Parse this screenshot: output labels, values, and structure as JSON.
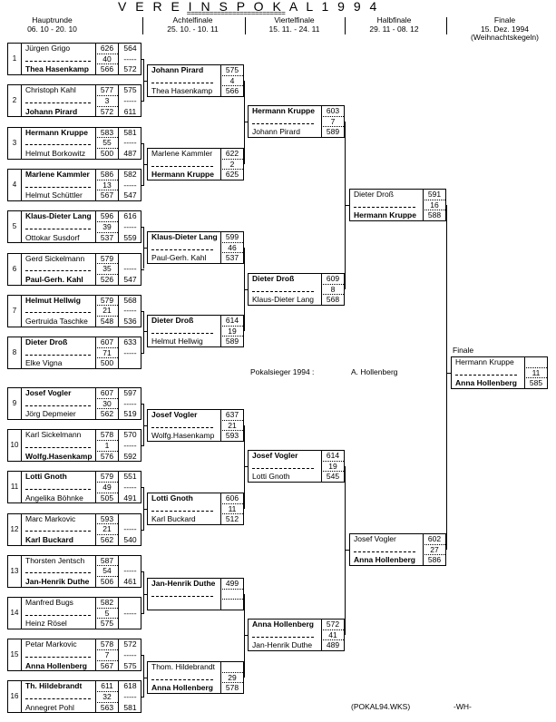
{
  "title": "V E R E I N S P O K A L   1 9 9 4",
  "title_underline": "==========================",
  "headers": [
    {
      "name": "Hauptrunde",
      "dates": "06. 10 - 20. 10"
    },
    {
      "name": "Achtelfinale",
      "dates": "25. 10. - 10. 11"
    },
    {
      "name": "Viertelfinale",
      "dates": "15. 11.  -  24. 11"
    },
    {
      "name": "Halbfinale",
      "dates": "29. 11  -  08. 12"
    },
    {
      "name": "Finale",
      "dates": "15. Dez. 1994",
      "note": "(Weihnachtskegeln)"
    }
  ],
  "round1": [
    {
      "num": "1",
      "top": {
        "name": "Jürgen Grigo",
        "s1": "626",
        "s2": "564"
      },
      "diff": "40",
      "diff2": "-----",
      "bottom": {
        "name": "Thea Hasenkamp",
        "s1": "566",
        "s2": "572"
      },
      "winner": "bottom"
    },
    {
      "num": "2",
      "top": {
        "name": "Christoph Kahl",
        "s1": "577",
        "s2": "575"
      },
      "diff": "3",
      "diff2": "-----",
      "bottom": {
        "name": "Johann Pirard",
        "s1": "572",
        "s2": "611"
      },
      "winner": "bottom"
    },
    {
      "num": "3",
      "top": {
        "name": "Hermann Kruppe",
        "s1": "583",
        "s2": "581"
      },
      "diff": "55",
      "diff2": "-----",
      "bottom": {
        "name": "Helmut Borkowitz",
        "s1": "500",
        "s2": "487"
      },
      "winner": "top"
    },
    {
      "num": "4",
      "top": {
        "name": "Marlene Kammler",
        "s1": "586",
        "s2": "582"
      },
      "diff": "13",
      "diff2": "-----",
      "bottom": {
        "name": "Helmut Schüttler",
        "s1": "567",
        "s2": "547"
      },
      "winner": "top"
    },
    {
      "num": "5",
      "top": {
        "name": "Klaus-Dieter Lang",
        "s1": "596",
        "s2": "616"
      },
      "diff": "39",
      "diff2": "-----",
      "bottom": {
        "name": "Ottokar Susdorf",
        "s1": "537",
        "s2": "559"
      },
      "winner": "top"
    },
    {
      "num": "6",
      "top": {
        "name": "Gerd  Sickelmann",
        "s1": "579",
        "s2": ""
      },
      "diff": "35",
      "diff2": "-----",
      "bottom": {
        "name": "Paul-Gerh. Kahl",
        "s1": "526",
        "s2": "547"
      },
      "winner": "bottom"
    },
    {
      "num": "7",
      "top": {
        "name": "Helmut  Hellwig",
        "s1": "579",
        "s2": "568"
      },
      "diff": "21",
      "diff2": "-----",
      "bottom": {
        "name": "Gertruida Taschke",
        "s1": "548",
        "s2": "536"
      },
      "winner": "top"
    },
    {
      "num": "8",
      "top": {
        "name": "Dieter Droß",
        "s1": "607",
        "s2": "633"
      },
      "diff": "71",
      "diff2": "-----",
      "bottom": {
        "name": "Elke Vigna",
        "s1": "500",
        "s2": ""
      },
      "winner": "top"
    },
    {
      "num": "9",
      "top": {
        "name": "Josef  Vogler",
        "s1": "607",
        "s2": "597"
      },
      "diff": "30",
      "diff2": "-----",
      "bottom": {
        "name": "Jörg Depmeier",
        "s1": "562",
        "s2": "519"
      },
      "winner": "top"
    },
    {
      "num": "10",
      "top": {
        "name": "Karl  Sickelmann",
        "s1": "578",
        "s2": "570"
      },
      "diff": "1",
      "diff2": "-----",
      "bottom": {
        "name": "Wolfg.Hasenkamp",
        "s1": "576",
        "s2": "592"
      },
      "winner": "bottom"
    },
    {
      "num": "11",
      "top": {
        "name": "Lotti  Gnoth",
        "s1": "579",
        "s2": "551"
      },
      "diff": "49",
      "diff2": "-----",
      "bottom": {
        "name": "Angelika Böhnke",
        "s1": "505",
        "s2": "491"
      },
      "winner": "top"
    },
    {
      "num": "12",
      "top": {
        "name": "Marc  Markovic",
        "s1": "593",
        "s2": ""
      },
      "diff": "21",
      "diff2": "-----",
      "bottom": {
        "name": "Karl  Buckard",
        "s1": "562",
        "s2": "540"
      },
      "winner": "bottom"
    },
    {
      "num": "13",
      "top": {
        "name": "Thorsten  Jentsch",
        "s1": "587",
        "s2": ""
      },
      "diff": "54",
      "diff2": "-----",
      "bottom": {
        "name": "Jan-Henrik Duthe",
        "s1": "506",
        "s2": "461"
      },
      "winner": "bottom"
    },
    {
      "num": "14",
      "top": {
        "name": "Manfred  Bugs",
        "s1": "582",
        "s2": ""
      },
      "diff": "5",
      "diff2": "-----",
      "bottom": {
        "name": "Heinz Rösel",
        "s1": "575",
        "s2": ""
      },
      "winner": "none"
    },
    {
      "num": "15",
      "top": {
        "name": "Petar  Markovic",
        "s1": "578",
        "s2": "572"
      },
      "diff": "7",
      "diff2": "-----",
      "bottom": {
        "name": "Anna Hollenberg",
        "s1": "567",
        "s2": "575"
      },
      "winner": "bottom"
    },
    {
      "num": "16",
      "top": {
        "name": "Th. Hildebrandt",
        "s1": "611",
        "s2": "618"
      },
      "diff": "32",
      "diff2": "-----",
      "bottom": {
        "name": "Annegret Pohl",
        "s1": "563",
        "s2": "581"
      },
      "winner": "top"
    }
  ],
  "round2": [
    {
      "top": {
        "name": "Johann Pirard",
        "s": "575"
      },
      "diff": "4",
      "bottom": {
        "name": "Thea Hasenkamp",
        "s": "566"
      },
      "winner": "top"
    },
    {
      "top": {
        "name": "Marlene Kammler",
        "s": "622"
      },
      "diff": "2",
      "bottom": {
        "name": "Hermann Kruppe",
        "s": "625"
      },
      "winner": "bottom"
    },
    {
      "top": {
        "name": "Klaus-Dieter Lang",
        "s": "599"
      },
      "diff": "46",
      "bottom": {
        "name": "Paul-Gerh. Kahl",
        "s": "537"
      },
      "winner": "top"
    },
    {
      "top": {
        "name": "Dieter Droß",
        "s": "614"
      },
      "diff": "19",
      "bottom": {
        "name": "Helmut Hellwig",
        "s": "589"
      },
      "winner": "top"
    },
    {
      "top": {
        "name": "Josef Vogler",
        "s": "637"
      },
      "diff": "21",
      "bottom": {
        "name": "Wolfg.Hasenkamp",
        "s": "593"
      },
      "winner": "top"
    },
    {
      "top": {
        "name": "Lotti Gnoth",
        "s": "606"
      },
      "diff": "11",
      "bottom": {
        "name": "Karl Buckard",
        "s": "512"
      },
      "winner": "top"
    },
    {
      "top": {
        "name": "Jan-Henrik Duthe",
        "s": "499"
      },
      "diff": "",
      "bottom": {
        "name": "",
        "s": ""
      },
      "winner": "top"
    },
    {
      "top": {
        "name": "Thom. Hildebrandt",
        "s": ""
      },
      "diff": "29",
      "bottom": {
        "name": "Anna Hollenberg",
        "s": "578"
      },
      "winner": "bottom"
    }
  ],
  "round3": [
    {
      "top": {
        "name": "Hermann Kruppe",
        "s": "603"
      },
      "diff": "7",
      "bottom": {
        "name": "Johann Pirard",
        "s": "589"
      },
      "winner": "top"
    },
    {
      "top": {
        "name": "Dieter Droß",
        "s": "609"
      },
      "diff": "8",
      "bottom": {
        "name": "Klaus-Dieter Lang",
        "s": "568"
      },
      "winner": "top"
    },
    {
      "top": {
        "name": "Josef Vogler",
        "s": "614"
      },
      "diff": "19",
      "bottom": {
        "name": "Lotti Gnoth",
        "s": "545"
      },
      "winner": "top"
    },
    {
      "top": {
        "name": "Anna Hollenberg",
        "s": "572"
      },
      "diff": "41",
      "bottom": {
        "name": "Jan-Henrik Duthe",
        "s": "489"
      },
      "winner": "top"
    }
  ],
  "round4": [
    {
      "top": {
        "name": "Dieter Droß",
        "s": "591"
      },
      "diff": "16",
      "bottom": {
        "name": "Hermann Kruppe",
        "s": "588"
      },
      "winner": "bottom"
    },
    {
      "top": {
        "name": "Josef Vogler",
        "s": "602"
      },
      "diff": "27",
      "bottom": {
        "name": "Anna Hollenberg",
        "s": "586"
      },
      "winner": "bottom"
    }
  ],
  "final": {
    "label": "Finale",
    "match": {
      "top": {
        "name": "Hermann Kruppe",
        "s": ""
      },
      "diff": "11",
      "bottom": {
        "name": "Anna Hollenberg",
        "s": "585"
      },
      "winner": "bottom"
    }
  },
  "champion": {
    "label": "Pokalsieger  1994 :",
    "name": "A. Hollenberg"
  },
  "footer": {
    "file": "(POKAL94.WKS)",
    "author": "-WH-"
  }
}
